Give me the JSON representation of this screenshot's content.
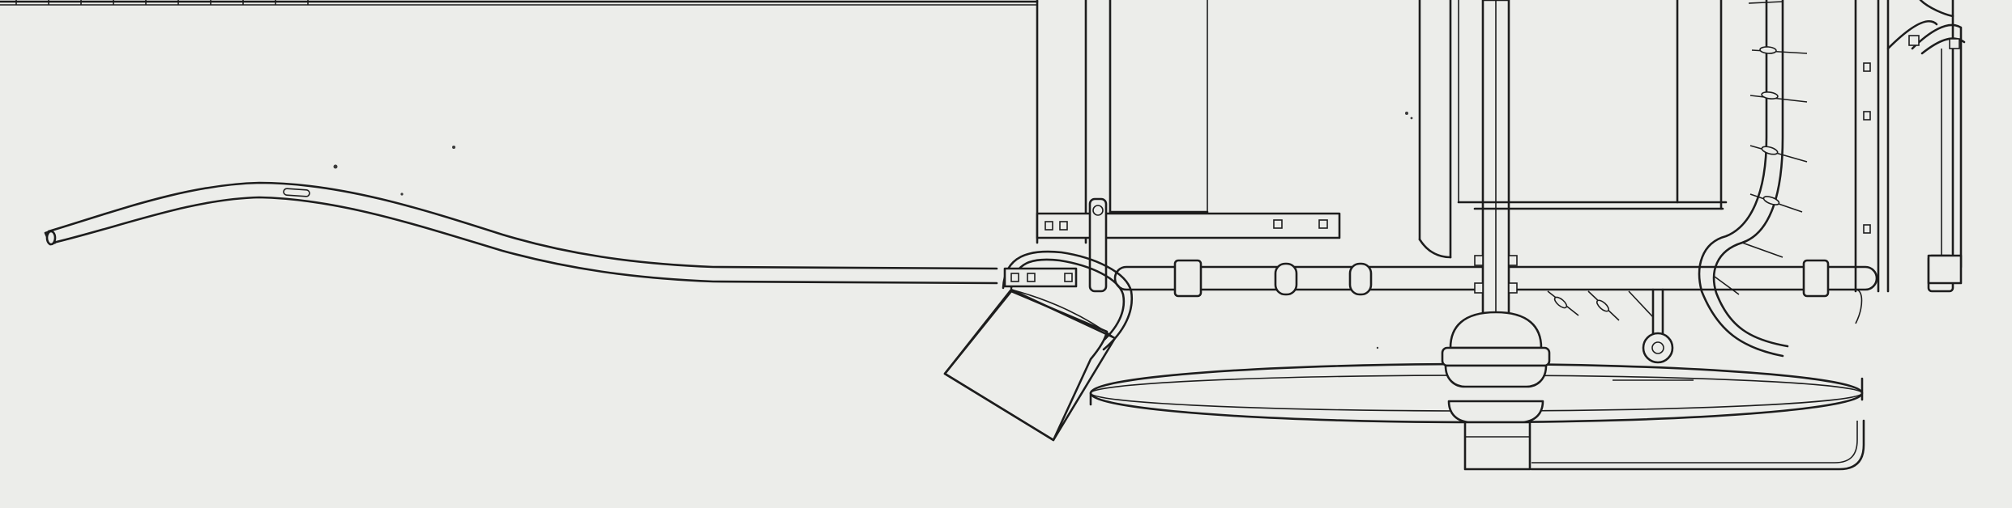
{
  "drawing": {
    "subject": "line drawing",
    "colors": {
      "paper": "#ecedea",
      "ink": "#1d1d1d"
    },
    "icons": [
      "pole-shaft",
      "hanging-bucket",
      "undercarriage-frame",
      "turntable-wheel",
      "leaf-springs",
      "wheel-hub"
    ]
  }
}
